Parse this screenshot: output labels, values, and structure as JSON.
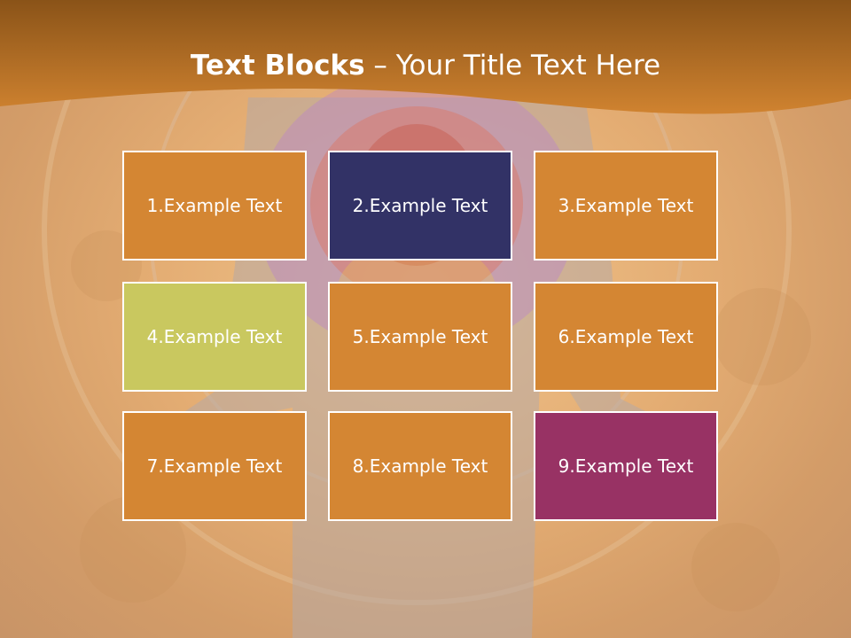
{
  "slide": {
    "title_bold": "Text Blocks",
    "title_rest": " – Your Title Text Here"
  },
  "blocks": [
    {
      "label": "1.Example Text",
      "color": "#d48633"
    },
    {
      "label": "2.Example Text",
      "color": "#323266"
    },
    {
      "label": "3.Example Text",
      "color": "#d48633"
    },
    {
      "label": "4.Example Text",
      "color": "#c9c85f"
    },
    {
      "label": "5.Example Text",
      "color": "#d48633"
    },
    {
      "label": "6.Example Text",
      "color": "#d48633"
    },
    {
      "label": "7.Example Text",
      "color": "#d48633"
    },
    {
      "label": "8.Example Text",
      "color": "#d48633"
    },
    {
      "label": "9.Example Text",
      "color": "#983264"
    }
  ],
  "colors": {
    "header_dark": "#8a5318",
    "header_light": "#d08330"
  }
}
